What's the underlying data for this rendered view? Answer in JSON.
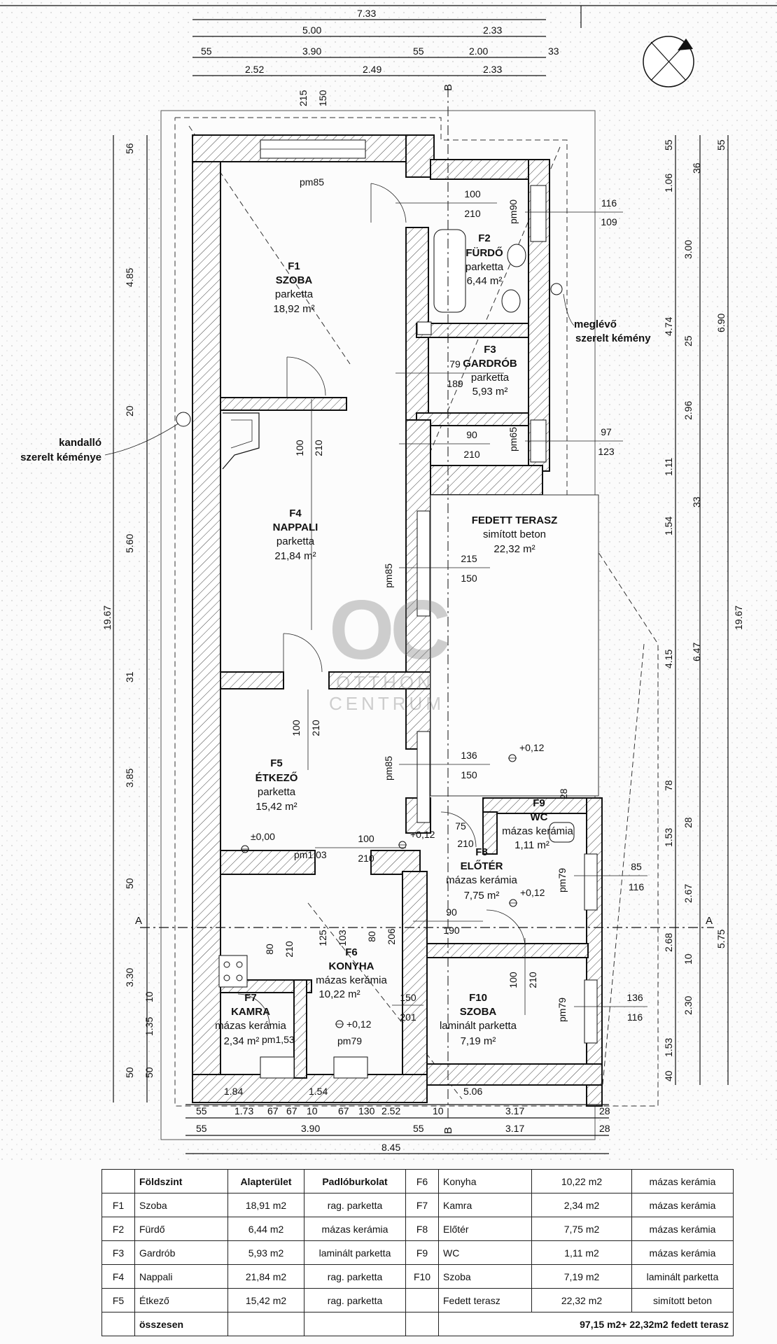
{
  "rooms": [
    {
      "code": "F1",
      "name": "SZOBA",
      "floor": "parketta",
      "area": "18,92 m²"
    },
    {
      "code": "F2",
      "name": "FÜRDŐ",
      "floor": "parketta",
      "area": "6,44 m²"
    },
    {
      "code": "F3",
      "name": "GARDRÓB",
      "floor": "parketta",
      "area": "5,93 m²"
    },
    {
      "code": "F4",
      "name": "NAPPALI",
      "floor": "parketta",
      "area": "21,84 m²"
    },
    {
      "code": "F5",
      "name": "ÉTKEZŐ",
      "floor": "parketta",
      "area": "15,42 m²"
    },
    {
      "code": "F6",
      "name": "KONYHA",
      "floor": "mázas kerámia",
      "area": "10,22 m²"
    },
    {
      "code": "F7",
      "name": "KAMRA",
      "floor": "mázas kerámia",
      "area": "2,34 m²"
    },
    {
      "code": "F8",
      "name": "ELŐTÉR",
      "floor": "mázas kerámia",
      "area": "7,75 m²"
    },
    {
      "code": "F9",
      "name": "WC",
      "floor": "mázas kerámia",
      "area": "1,11 m²"
    },
    {
      "code": "F10",
      "name": "SZOBA",
      "floor": "laminált parketta",
      "area": "7,19 m²"
    }
  ],
  "terrace": {
    "name": "FEDETT TERASZ",
    "floor": "simított beton",
    "area": "22,32 m²"
  },
  "notes": {
    "chimney_existing_1": "meglévő",
    "chimney_existing_2": "szerelt kémény",
    "fireplace_1": "kandalló",
    "fireplace_2": "szerelt kéménye",
    "section_a": "A",
    "section_b": "B"
  },
  "top_dims": {
    "row1": [
      "7.33"
    ],
    "row2": [
      "5.00",
      "2.33"
    ],
    "row3": [
      "55",
      "3.90",
      "55",
      "2.00",
      "33"
    ],
    "row4": [
      "2.52",
      "2.49",
      "2.33"
    ]
  },
  "bottom_dims": {
    "row1": [
      "1.84",
      "1.54",
      "5.06"
    ],
    "row2": [
      "55",
      "1.73",
      "67",
      "67",
      "10",
      "67",
      "130",
      "2.52",
      "10",
      "3.17",
      "28"
    ],
    "row3": [
      "55",
      "3.90",
      "55",
      "3.17",
      "28"
    ],
    "row4": [
      "8.45"
    ]
  },
  "left_dims": {
    "outer": "19.67",
    "inner": [
      "56",
      "4.85",
      "20",
      "5.60",
      "31",
      "3.85",
      "50",
      "3.30",
      "1.35",
      "10",
      "50",
      "50"
    ]
  },
  "right_dims": {
    "outer": "19.67",
    "col1": [
      "55",
      "1.06",
      "3.00",
      "4.74",
      "25",
      "2.96",
      "1.11",
      "1.54",
      "4.15",
      "78",
      "1.53",
      "2.67",
      "2.68",
      "10",
      "2.30",
      "1.53",
      "40"
    ],
    "col2": [
      "55",
      "36",
      "6.90",
      "33",
      "6.47",
      "28",
      "5.75"
    ]
  },
  "openings": [
    {
      "w": "100",
      "h": "210"
    },
    {
      "w": "116",
      "h": "109"
    },
    {
      "w": "79",
      "h": "189"
    },
    {
      "w": "90",
      "h": "210"
    },
    {
      "w": "97",
      "h": "123"
    },
    {
      "w": "100",
      "h": "210"
    },
    {
      "w": "215",
      "h": "150"
    },
    {
      "w": "100",
      "h": "210"
    },
    {
      "w": "136",
      "h": "150"
    },
    {
      "w": "100",
      "h": "210"
    },
    {
      "w": "75",
      "h": "210"
    },
    {
      "w": "85",
      "h": "116"
    },
    {
      "w": "90",
      "h": "190"
    },
    {
      "w": "80",
      "h": "210"
    },
    {
      "w": "125",
      "h": "103"
    },
    {
      "w": "80",
      "h": "206"
    },
    {
      "w": "100",
      "h": "210"
    },
    {
      "w": "136",
      "h": "116"
    },
    {
      "w": "150",
      "h": "201"
    },
    {
      "w": "215",
      "h": "150"
    }
  ],
  "sill_labels": [
    "pm85",
    "pm90",
    "pm65",
    "pm85",
    "pm85",
    "pm1,03",
    "pm79",
    "pm79",
    "pm79",
    "pm1,53",
    "28"
  ],
  "levels": [
    "±0,00",
    "+0,12",
    "+0,12",
    "+0,12",
    "+0,12"
  ],
  "table": {
    "headers": [
      "Földszint",
      "Alapterület",
      "Padlóburkolat"
    ],
    "rows": [
      {
        "c1": "F1",
        "n1": "Szoba",
        "a1": "18,91 m2",
        "f1": "rag. parketta",
        "c2": "F6",
        "n2": "Konyha",
        "a2": "10,22 m2",
        "f2": "mázas kerámia"
      },
      {
        "c1": "F2",
        "n1": "Fürdő",
        "a1": "6,44 m2",
        "f1": "mázas kerámia",
        "c2": "F7",
        "n2": "Kamra",
        "a2": "2,34 m2",
        "f2": "mázas kerámia"
      },
      {
        "c1": "F3",
        "n1": "Gardrób",
        "a1": "5,93 m2",
        "f1": "laminált parketta",
        "c2": "F8",
        "n2": "Előtér",
        "a2": "7,75 m2",
        "f2": "mázas kerámia"
      },
      {
        "c1": "F4",
        "n1": "Nappali",
        "a1": "21,84 m2",
        "f1": "rag. parketta",
        "c2": "F9",
        "n2": "WC",
        "a2": "1,11 m2",
        "f2": "mázas kerámia"
      },
      {
        "c1": "F5",
        "n1": "Étkező",
        "a1": "15,42 m2",
        "f1": "rag. parketta",
        "c2": "F10",
        "n2": "Szoba",
        "a2": "7,19 m2",
        "f2": "laminált parketta"
      },
      {
        "c1": "",
        "n1": "",
        "a1": "",
        "f1": "",
        "c2": "",
        "n2": "Fedett terasz",
        "a2": "22,32 m2",
        "f2": "simított beton"
      }
    ],
    "total_label": "összesen",
    "total_value": "97,15 m2+ 22,32m2 fedett terasz"
  },
  "watermark": {
    "logo": "OC",
    "line1": "OTTHON",
    "line2": "CENTRUM"
  }
}
